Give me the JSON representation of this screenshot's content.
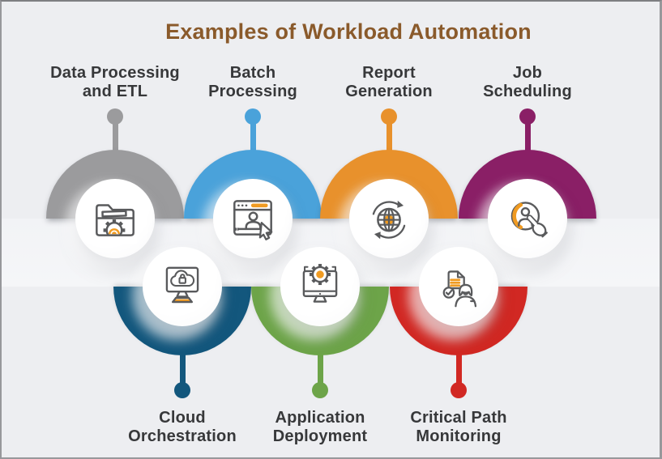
{
  "title": "Examples of Workload Automation",
  "colors": {
    "background": "#edeef1",
    "band": "#f3f4f6",
    "title_text": "#8a5a2b",
    "label_text": "#37383a",
    "icon_stroke": "#595a5c",
    "icon_accent": "#f09b22",
    "gray": "#9b9b9d",
    "light_blue": "#4aa2da",
    "orange": "#e8912c",
    "purple": "#8a1f66",
    "dark_blue": "#13577d",
    "green": "#6da449",
    "red": "#d12823"
  },
  "items": [
    {
      "id": "data-processing-etl",
      "label_line1": "Data Processing",
      "label_line2": "and ETL",
      "color": "#9b9b9d",
      "row": "top",
      "icon": "folder-gear-icon"
    },
    {
      "id": "batch-processing",
      "label_line1": "Batch",
      "label_line2": "Processing",
      "color": "#4aa2da",
      "row": "top",
      "icon": "browser-user-cursor-icon"
    },
    {
      "id": "report-generation",
      "label_line1": "Report",
      "label_line2": "Generation",
      "color": "#e8912c",
      "row": "top",
      "icon": "globe-sync-icon"
    },
    {
      "id": "job-scheduling",
      "label_line1": "Job",
      "label_line2": "Scheduling",
      "color": "#8a1f66",
      "row": "top",
      "icon": "user-select-icon"
    },
    {
      "id": "cloud-orchestration",
      "label_line1": "Cloud",
      "label_line2": "Orchestration",
      "color": "#13577d",
      "row": "bottom",
      "icon": "cloud-lock-monitor-icon"
    },
    {
      "id": "application-deployment",
      "label_line1": "Application",
      "label_line2": "Deployment",
      "color": "#6da449",
      "row": "bottom",
      "icon": "gear-monitor-icon"
    },
    {
      "id": "critical-path-monitoring",
      "label_line1": "Critical Path",
      "label_line2": "Monitoring",
      "color": "#d12823",
      "row": "bottom",
      "icon": "doc-check-user-icon"
    }
  ]
}
